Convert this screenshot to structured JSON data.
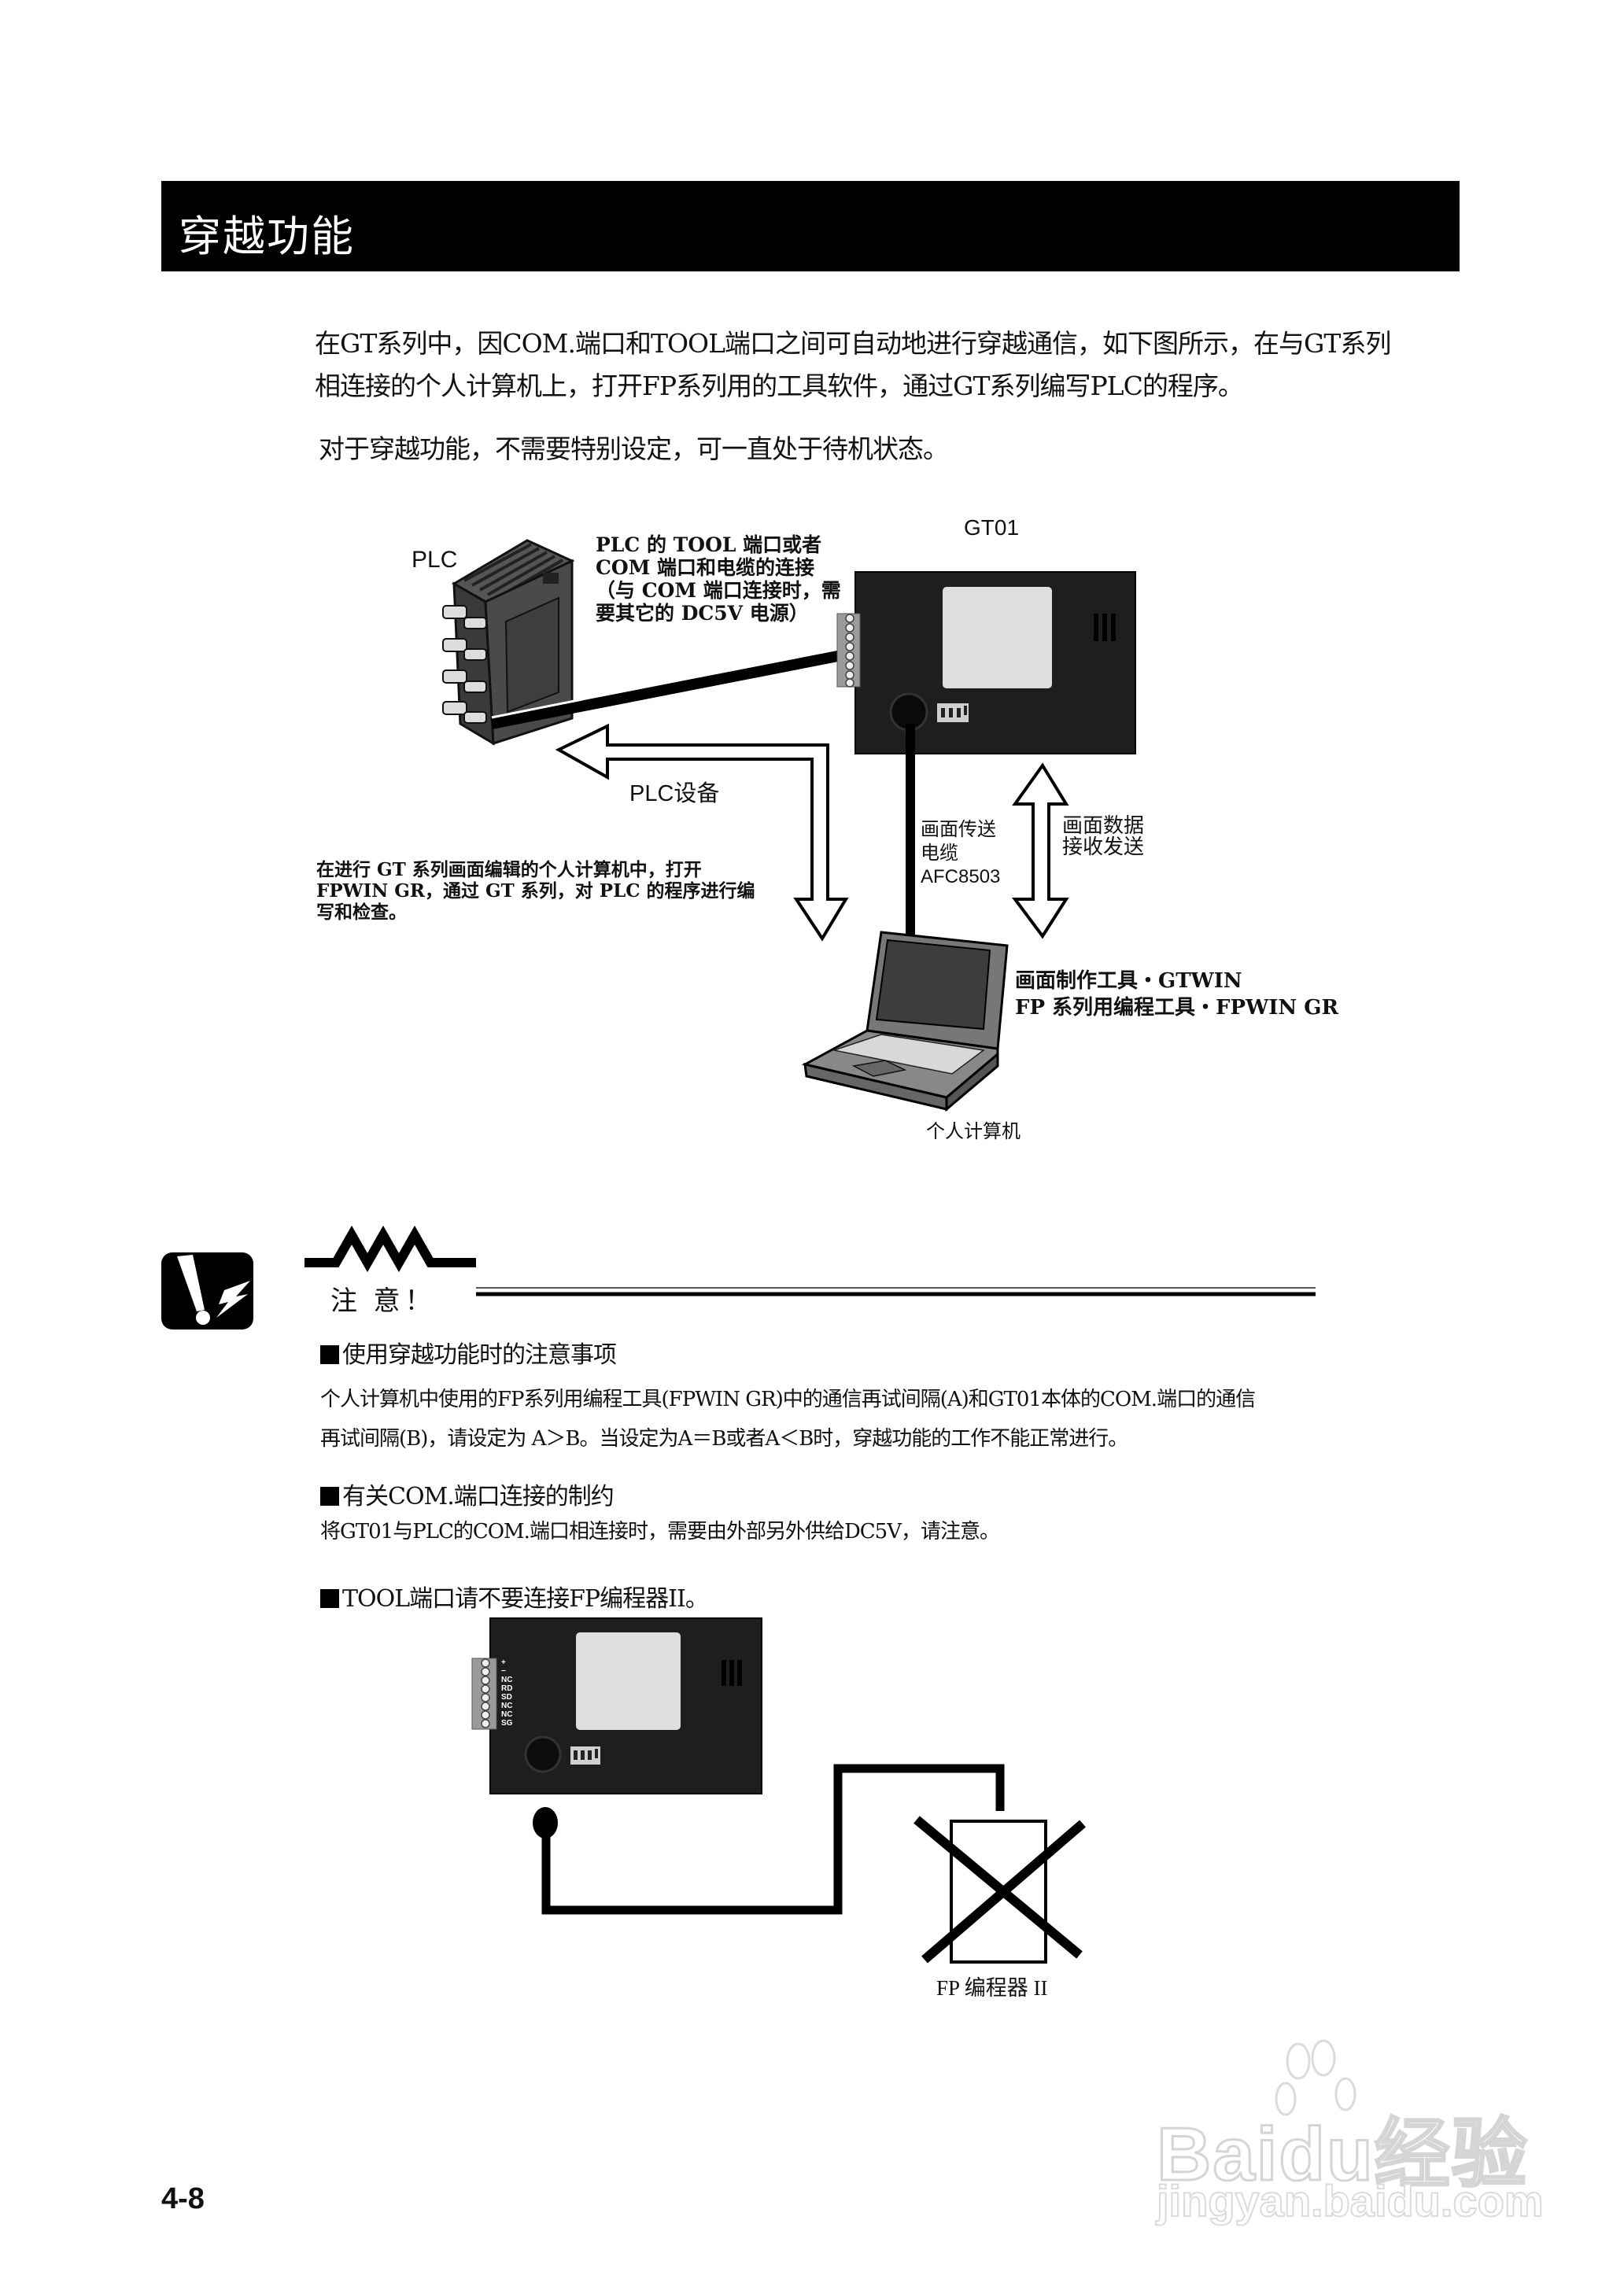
{
  "header": {
    "title": "穿越功能"
  },
  "intro": {
    "line1": "在GT系列中，因COM.端口和TOOL端口之间可自动地进行穿越通信，如下图所示，在与GT系列",
    "line2": "相连接的个人计算机上，打开FP系列用的工具软件，通过GT系列编写PLC的程序。",
    "line3": "对于穿越功能，不需要特别设定，可一直处于待机状态。"
  },
  "diagram": {
    "plc_label": "PLC",
    "gt01_label": "GT01",
    "connection_note": [
      "PLC  的  TOOL  端口或者",
      "COM  端口和电缆的连接",
      "（与 COM 端口连接时，需",
      "要其它的 DC5V 电源）"
    ],
    "plc_device_arrow_label": "PLC设备",
    "pc_note": [
      "在进行  GT  系列画面编辑的个人计算机中，打开",
      "FPWIN GR，通过 GT 系列，对 PLC 的程序进行编",
      "写和检查。"
    ],
    "cable_label": [
      "画面传送",
      "电缆",
      "AFC8503"
    ],
    "data_label": [
      "画面数据",
      "接收发送"
    ],
    "software_labels": [
      "画面制作工具・GTWIN",
      "FP 系列用编程工具・FPWIN GR"
    ],
    "pc_label": "个人计算机"
  },
  "caution": {
    "title": "注 意！",
    "sections": [
      {
        "heading": "使用穿越功能时的注意事项",
        "body": [
          "个人计算机中使用的FP系列用编程工具(FPWIN GR)中的通信再试间隔(A)和GT01本体的COM.端口的通信",
          "再试间隔(B)，请设定为 A＞B。当设定为A＝B或者A＜B时，穿越功能的工作不能正常进行。"
        ]
      },
      {
        "heading": "有关COM.端口连接的制约",
        "body": [
          "将GT01与PLC的COM.端口相连接时，需要由外部另外供给DC5V，请注意。"
        ]
      },
      {
        "heading": "TOOL端口请不要连接FP编程器II。",
        "body": []
      }
    ],
    "terminal_labels": [
      "+",
      "−",
      "NC",
      "RD",
      "SD",
      "NC",
      "NC",
      "SG"
    ],
    "programmer_label": "FP 编程器 II"
  },
  "footer": {
    "page_number": "4-8",
    "watermark_brand": "Baidu经验",
    "watermark_url": "jingyan.baidu.com"
  }
}
